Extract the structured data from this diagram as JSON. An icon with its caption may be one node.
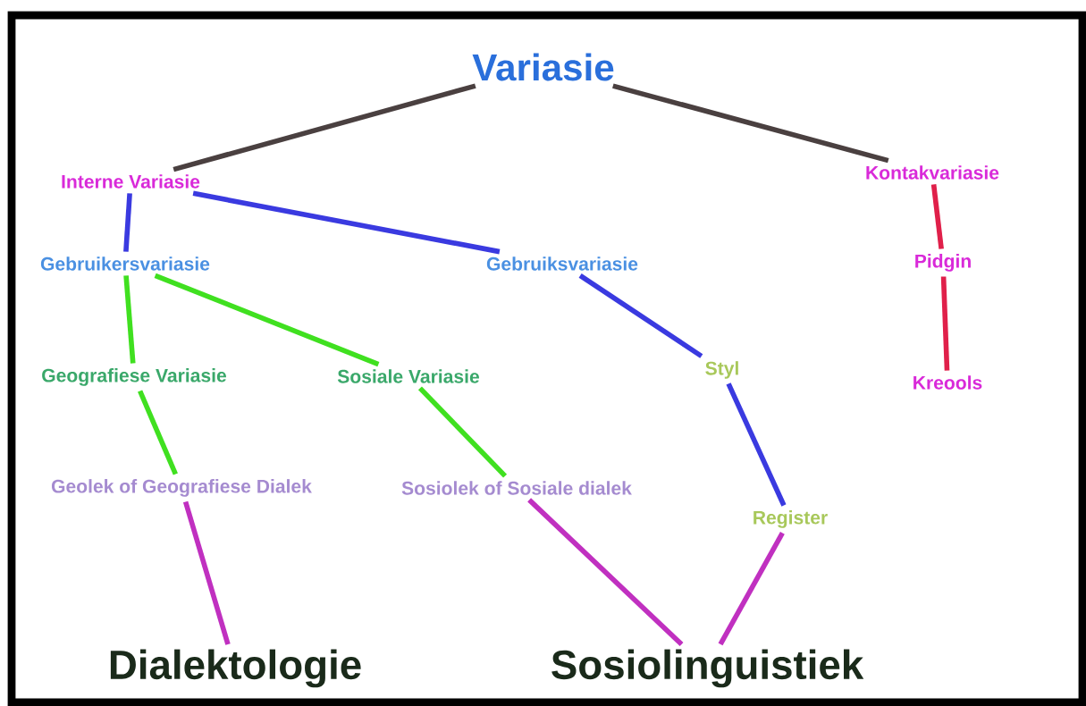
{
  "diagram": {
    "nodes": [
      {
        "text": [
          "Variasie"
        ]
      },
      {
        "text": [
          "Interne Variasie"
        ]
      },
      {
        "text": [
          "Kontakvariasie"
        ]
      },
      {
        "text": [
          "Gebruikersvariasie"
        ]
      },
      {
        "text": [
          "Gebruiksvariasie"
        ]
      },
      {
        "text": [
          "Pidgin"
        ]
      },
      {
        "text": [
          "Geografiese Variasie"
        ]
      },
      {
        "text": [
          "Sosiale Variasie"
        ]
      },
      {
        "text": [
          "Styl"
        ]
      },
      {
        "text": [
          "Kreools"
        ]
      },
      {
        "text": [
          "Geolek of Geografiese Dialek"
        ]
      },
      {
        "text": [
          "Sosiolek of Sosiale dialek"
        ]
      },
      {
        "text": [
          "Register"
        ]
      },
      {
        "text": [
          "Dialektologie"
        ]
      },
      {
        "text": [
          "Sosiolinguistiek"
        ]
      }
    ],
    "edges": [
      {
        "from": 0,
        "to": 1,
        "arrow": "none",
        "color": "#4a4040"
      },
      {
        "from": 0,
        "to": 2,
        "arrow": "none",
        "color": "#4a4040"
      },
      {
        "from": 1,
        "to": 3,
        "arrow": "none",
        "color": "#3a3ae0"
      },
      {
        "from": 1,
        "to": 4,
        "arrow": "none",
        "color": "#3a3ae0"
      },
      {
        "from": 2,
        "to": 5,
        "arrow": "none",
        "color": "#e0204a"
      },
      {
        "from": 5,
        "to": 9,
        "arrow": "none",
        "color": "#e0204a"
      },
      {
        "from": 3,
        "to": 6,
        "arrow": "none",
        "color": "#40e020"
      },
      {
        "from": 3,
        "to": 7,
        "arrow": "none",
        "color": "#40e020"
      },
      {
        "from": 4,
        "to": 8,
        "arrow": "none",
        "color": "#3a3ae0"
      },
      {
        "from": 8,
        "to": 12,
        "arrow": "none",
        "color": "#3a3ae0"
      },
      {
        "from": 6,
        "to": 10,
        "arrow": "none",
        "color": "#40e020"
      },
      {
        "from": 7,
        "to": 11,
        "arrow": "none",
        "color": "#40e020"
      },
      {
        "from": 10,
        "to": 13,
        "arrow": "none",
        "color": "#c030c0"
      },
      {
        "from": 11,
        "to": 14,
        "arrow": "none",
        "color": "#c030c0"
      },
      {
        "from": 12,
        "to": 14,
        "arrow": "none",
        "color": "#c030c0"
      }
    ]
  }
}
